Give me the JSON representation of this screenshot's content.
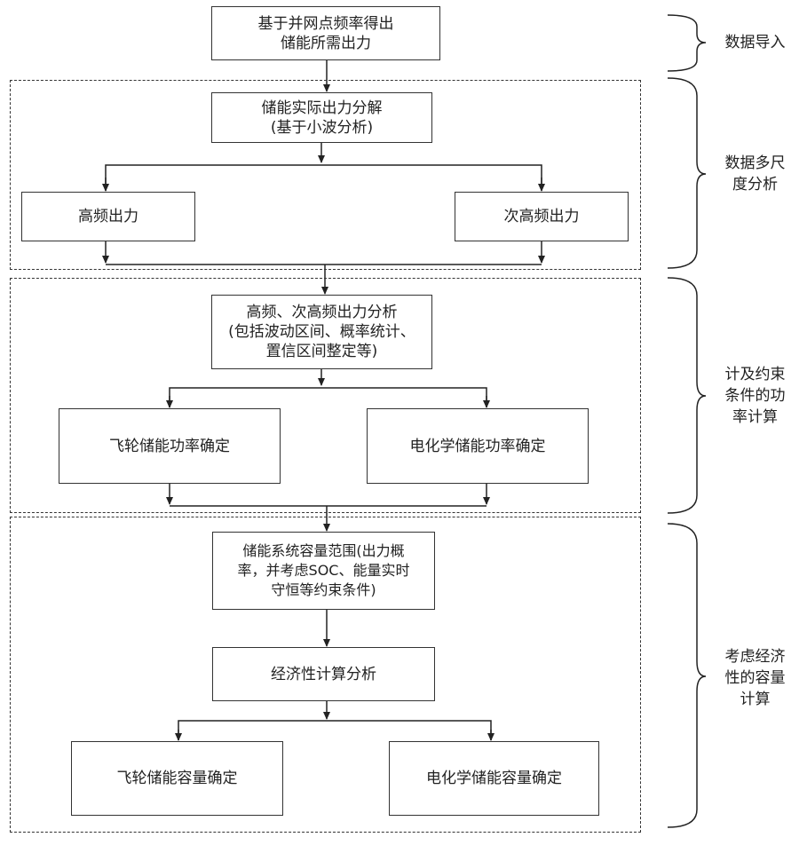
{
  "boxes": {
    "input": [
      "基于并网点频率得出",
      "储能所需出力"
    ],
    "decompose": [
      "储能实际出力分解",
      "(基于小波分析)"
    ],
    "high_freq": [
      "高频出力"
    ],
    "sub_high_freq": [
      "次高频出力"
    ],
    "analysis": [
      "高频、次高频出力分析",
      "(包括波动区间、概率统计、",
      "置信区间整定等)"
    ],
    "flywheel_power": [
      "飞轮储能功率确定"
    ],
    "electrochem_power": [
      "电化学储能功率确定"
    ],
    "capacity_range": [
      "储能系统容量范围(出力概",
      "率，并考虑SOC、能量实时",
      "守恒等约束条件)"
    ],
    "economic": [
      "经济性计算分析"
    ],
    "flywheel_capacity": [
      "飞轮储能容量确定"
    ],
    "electrochem_capacity": [
      "电化学储能容量确定"
    ]
  },
  "stages": {
    "data_import": [
      "数据导入"
    ],
    "multiscale": [
      "数据多尺",
      "度分析"
    ],
    "power_calc": [
      "计及约束",
      "条件的功",
      "率计算"
    ],
    "capacity_calc": [
      "考虑经济",
      "性的容量",
      "计算"
    ]
  }
}
